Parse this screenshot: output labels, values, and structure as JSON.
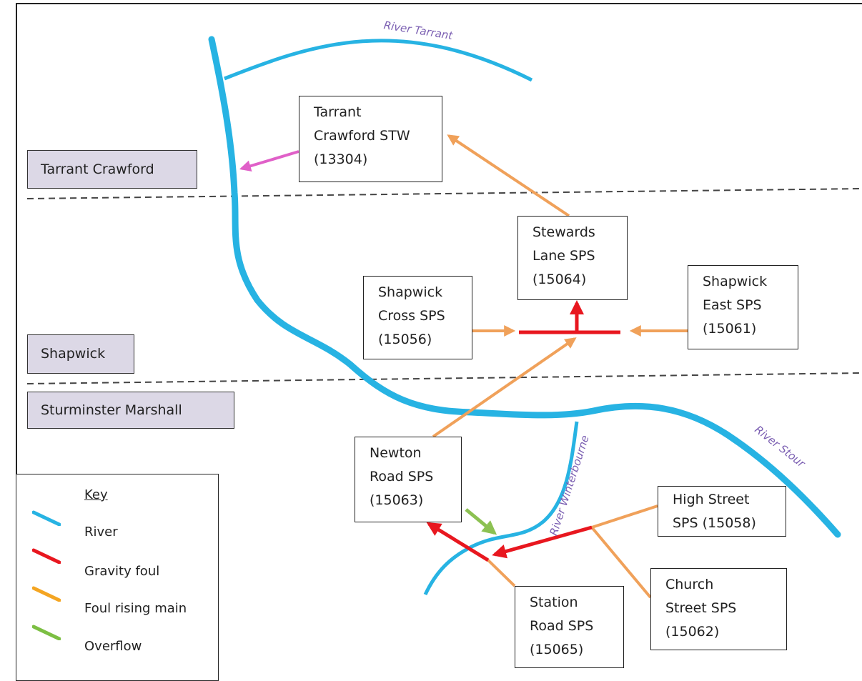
{
  "areas": {
    "tarrant_crawford": "Tarrant Crawford",
    "shapwick": "Shapwick",
    "sturminster_marshall": "Sturminster Marshall"
  },
  "rivers": {
    "tarrant": "River Tarrant",
    "stour": "River Stour",
    "winterbourne": "River Winterbourne"
  },
  "nodes": {
    "tarrant_stw": "Tarrant\nCrawford STW\n(13304)",
    "stewards_lane": "Stewards\nLane SPS\n(15064)",
    "shapwick_cross": "Shapwick\nCross SPS\n(15056)",
    "shapwick_east": "Shapwick\nEast SPS\n(15061)",
    "newton_road": "Newton\nRoad SPS\n(15063)",
    "high_street": "High Street\nSPS (15058)",
    "church_street": "Church\nStreet SPS\n(15062)",
    "station_road": "Station\nRoad SPS\n(15065)"
  },
  "key": {
    "title": "Key",
    "items": [
      {
        "label": "River",
        "color": "#27b3e3"
      },
      {
        "label": "Gravity foul",
        "color": "#e8171f"
      },
      {
        "label": "Foul rising main",
        "color": "#f4a522"
      },
      {
        "label": "Overflow",
        "color": "#7cbf43"
      }
    ]
  },
  "colors": {
    "river": "#27b3e3",
    "gravity_foul": "#e8171f",
    "rising_main": "#f0a15a",
    "overflow": "#8cc152",
    "outfall": "#e060c8",
    "area_fill": "#dcd8e6"
  }
}
